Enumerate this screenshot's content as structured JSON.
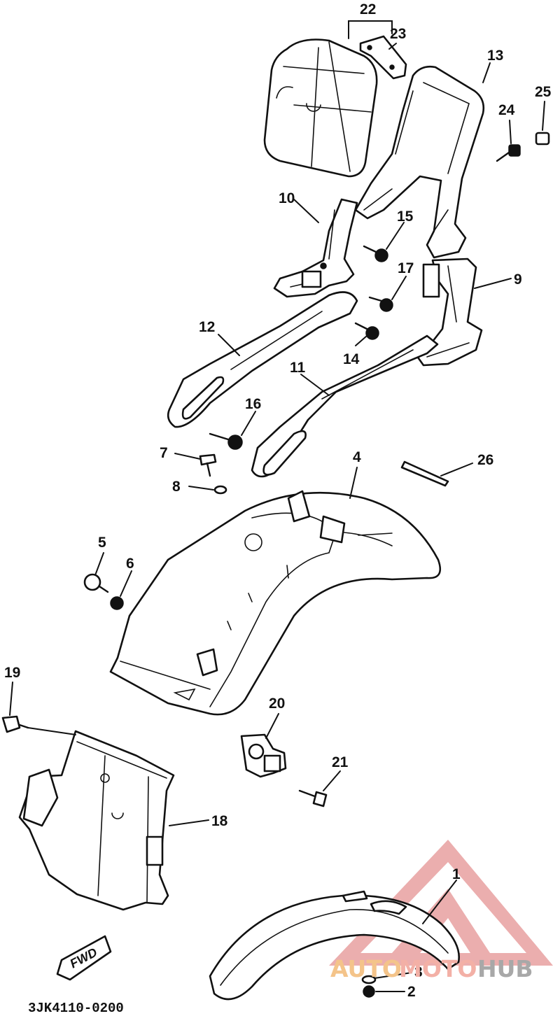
{
  "diagram": {
    "catalog_code": "3JK4110-0200",
    "fwd_label": "FWD",
    "callouts": [
      "1",
      "2",
      "3",
      "4",
      "5",
      "6",
      "7",
      "8",
      "9",
      "10",
      "11",
      "12",
      "13",
      "14",
      "15",
      "16",
      "17",
      "18",
      "19",
      "20",
      "21",
      "22",
      "23",
      "24",
      "25",
      "26"
    ]
  },
  "watermark": {
    "text_auto": "AUTO",
    "text_moto": "MOTO",
    "text_hub": "HUB",
    "colors": {
      "triangle": "#e8a0a0",
      "auto": "#f4c48a",
      "moto": "#f3b0a6",
      "hub": "#a8a8a8"
    }
  }
}
